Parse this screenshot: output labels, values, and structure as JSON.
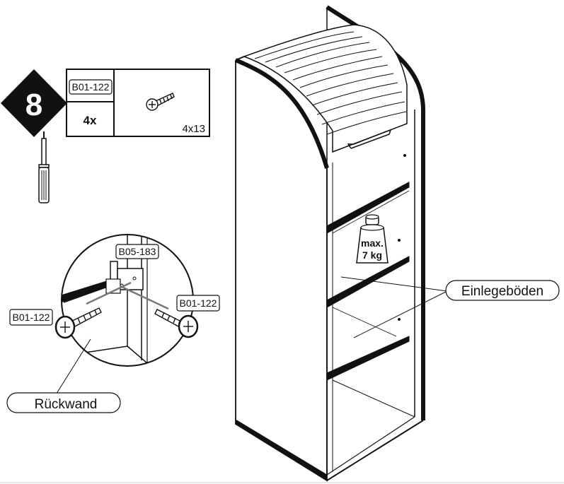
{
  "step": {
    "number": "8"
  },
  "parts_table": {
    "part_code": "B01-122",
    "quantity": "4x",
    "screw_size": "4x13"
  },
  "detail": {
    "connector_code": "B05-183",
    "screw_left_code": "B01-122",
    "screw_right_code": "B01-122",
    "back_panel_label": "Rückwand"
  },
  "cabinet": {
    "weight_line1": "max.",
    "weight_line2": "7 kg",
    "shelves_label": "Einlegeböden"
  },
  "icons": [
    "step-diamond-icon",
    "screwdriver-icon",
    "screw-icon",
    "weight-icon"
  ]
}
